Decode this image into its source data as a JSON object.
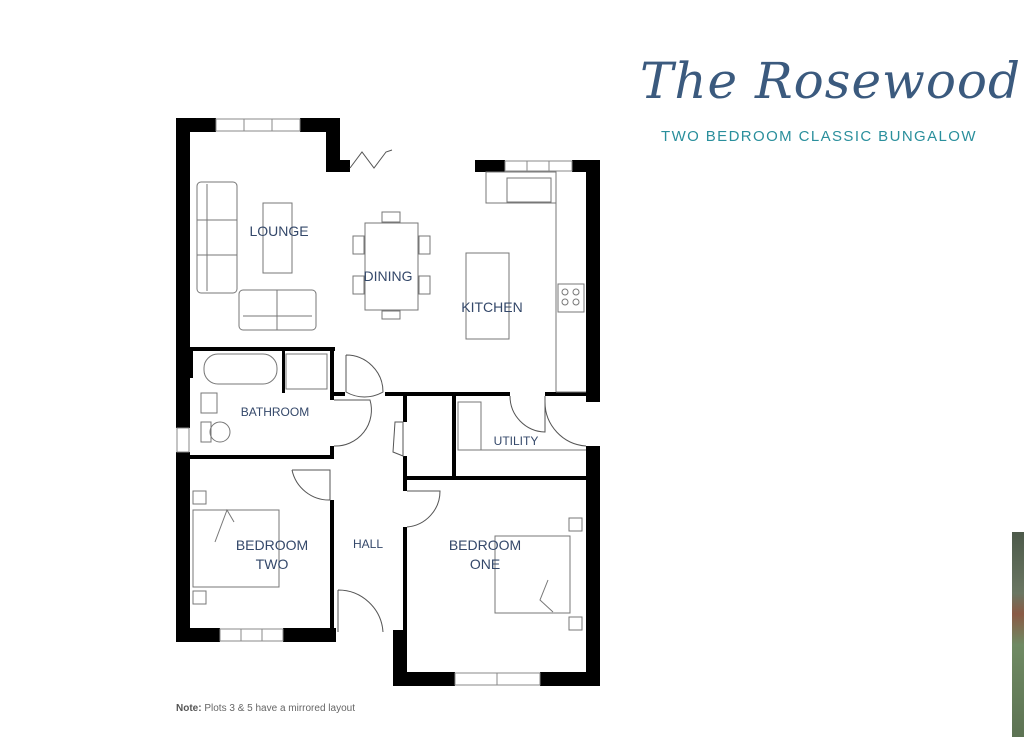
{
  "header": {
    "title": "The Rosewood",
    "subtitle": "TWO BEDROOM CLASSIC BUNGALOW"
  },
  "floorplan": {
    "rooms": {
      "lounge": "LOUNGE",
      "dining": "DINING",
      "kitchen": "KITCHEN",
      "bathroom": "BATHROOM",
      "utility": "UTILITY",
      "hall": "HALL",
      "bedroom_two_1": "BEDROOM",
      "bedroom_two_2": "TWO",
      "bedroom_one_1": "BEDROOM",
      "bedroom_one_2": "ONE"
    }
  },
  "note": {
    "label": "Note:",
    "text": "Plots 3 & 5 have a mirrored layout"
  },
  "colors": {
    "title": "#3b5a7e",
    "subtitle": "#2a8f9c",
    "labels": "#34486a",
    "walls": "#000000"
  }
}
